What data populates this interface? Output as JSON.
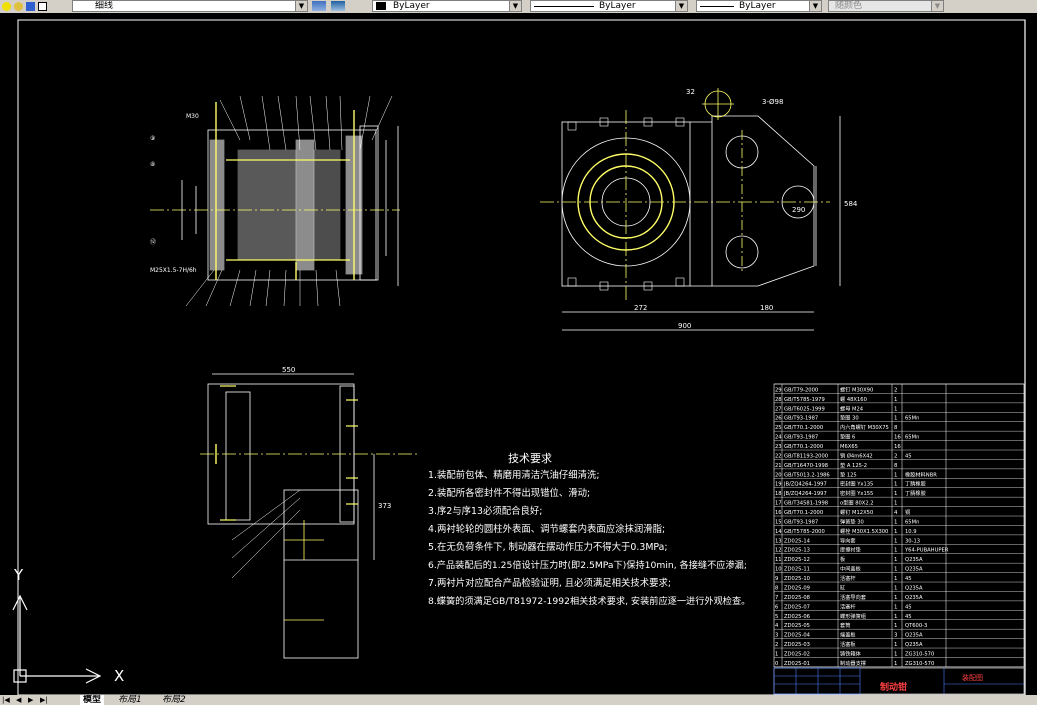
{
  "toolbar": {
    "linetype_current": "细线",
    "layer_color": "ByLayer",
    "layer_linetype": "ByLayer",
    "layer_lineweight": "ByLayer",
    "plot_style": "随颜色"
  },
  "tabs": {
    "model": "模型",
    "layout1": "布局1",
    "layout2": "布局2"
  },
  "ucs": {
    "x": "X",
    "y": "Y"
  },
  "drawing": {
    "tech_title": "技术要求",
    "tech_items": [
      "1.装配前包体、精磨用清洁汽油仔细清洗;",
      "2.装配所各密封件不得出现错位、滑动;",
      "3.序2与序13必须配合良好;",
      "4.两衬轮轮的圆柱外表面、调节螺套内表面应涂抹润滑脂;",
      "5.在无负荷条件下, 制动器在摆动作压力不得大于0.3MPa;",
      "6.产品装配后的1.25倍设计压力时(即2.5MPa下)保持10min, 各接缝不应渗漏;",
      "7.两衬片对应配合产品检验证明, 且必须满足相关技术要求;",
      "8.蝶簧的须满足GB/T81972-1992相关技术要求, 安装前应逐一进行外观检查。"
    ],
    "dims": {
      "d900": "900",
      "d272": "272",
      "d180": "180",
      "d290": "290",
      "d584": "584",
      "d550": "550",
      "d373": "373",
      "r3d98": "3-Ø98",
      "m32": "32"
    },
    "bom_rows": [
      [
        "29",
        "GB/T79-2000",
        "螺钉 M30X90",
        "2",
        ""
      ],
      [
        "28",
        "GB/T5785-1979",
        "螺 48X160",
        "1",
        ""
      ],
      [
        "27",
        "GB/T6025-1999",
        "螺母 M24",
        "1",
        ""
      ],
      [
        "26",
        "GB/T93-1987",
        "垫圈 30",
        "1",
        "65Mn"
      ],
      [
        "25",
        "GB/T70.1-2000",
        "内六角螺钉 M30X75",
        "8",
        ""
      ],
      [
        "24",
        "GB/T93-1987",
        "垫圈 6",
        "16",
        "65Mn"
      ],
      [
        "23",
        "GB/T70.1-2000",
        "M6X65",
        "16",
        ""
      ],
      [
        "22",
        "GB/T81193-2000",
        "销 Ø4m6X42",
        "2",
        "45"
      ],
      [
        "21",
        "GB/T16470-1998",
        "垫 A 125-2",
        "8",
        ""
      ],
      [
        "20",
        "GB/T5013.2-1986",
        "垫 125",
        "1",
        "橡胶材料NBR"
      ],
      [
        "19",
        "JB/ZQ4264-1997",
        "密封圈 Yx135",
        "1",
        "丁腈橡胶"
      ],
      [
        "18",
        "JB/ZQ4264-1997",
        "密封圈 Yx155",
        "1",
        "丁腈橡胶"
      ],
      [
        "17",
        "GB/T34581-1998",
        "o型圈 80X2.2",
        "1",
        ""
      ],
      [
        "16",
        "GB/T70.1-2000",
        "螺钉 M12X50",
        "4",
        "铜"
      ],
      [
        "15",
        "GB/T93-1987",
        "弹簧垫 30",
        "1",
        "65Mn"
      ],
      [
        "14",
        "GB/T5785-2000",
        "螺栓 M30X1.5X300",
        "1",
        "10.9"
      ],
      [
        "13",
        "ZD025-14",
        "导向套",
        "1",
        "30-13"
      ],
      [
        "12",
        "ZD025-13",
        "摩擦衬垫",
        "1",
        "Y64-PUBAHUPER"
      ],
      [
        "11",
        "ZD025-12",
        "板",
        "1",
        "Q235A"
      ],
      [
        "10",
        "ZD025-11",
        "中间盖板",
        "1",
        "Q235A"
      ],
      [
        "9",
        "ZD025-10",
        "活塞杆",
        "1",
        "45"
      ],
      [
        "8",
        "ZD025-09",
        "缸",
        "1",
        "Q235A"
      ],
      [
        "7",
        "ZD025-08",
        "活塞导向套",
        "1",
        "Q235A"
      ],
      [
        "6",
        "ZD025-07",
        "活塞杆",
        "1",
        "45"
      ],
      [
        "5",
        "ZD025-06",
        "蝶形弹簧组",
        "1",
        "45"
      ],
      [
        "4",
        "ZD025-05",
        "套筒",
        "1",
        "QT600-3"
      ],
      [
        "3",
        "ZD025-04",
        "端盖板",
        "3",
        "Q235A"
      ],
      [
        "2",
        "ZD025-03",
        "活塞板",
        "1",
        "Q235A"
      ],
      [
        "1",
        "ZD025-02",
        "铸铁箱体",
        "1",
        "ZG310-570"
      ],
      [
        "0",
        "ZD025-01",
        "制动器支撑",
        "1",
        "ZG310-570"
      ]
    ],
    "title_block_name": "制动钳",
    "title_block_company": "装配图"
  }
}
